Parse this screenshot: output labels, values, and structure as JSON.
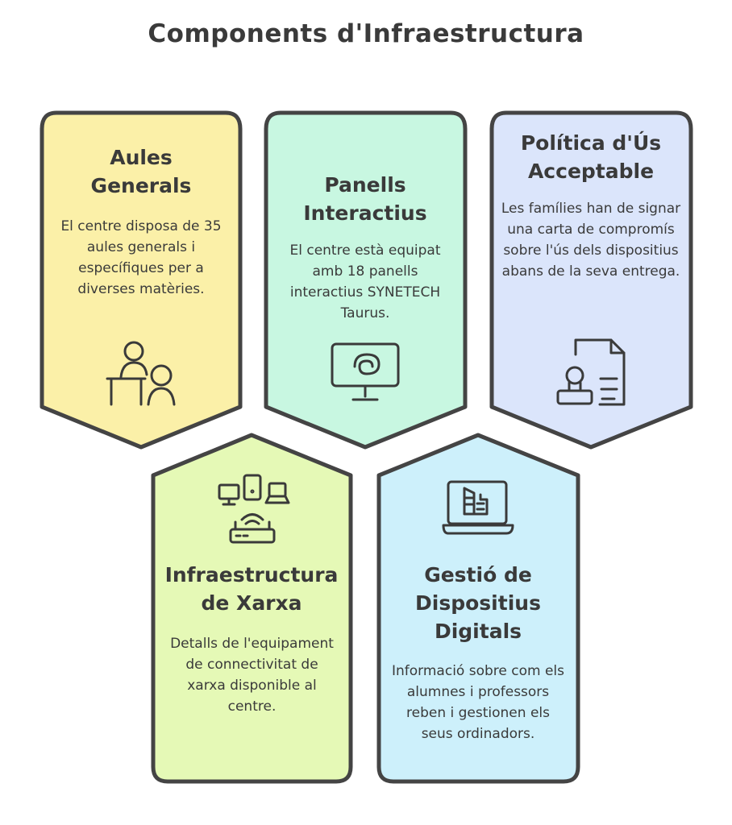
{
  "title": "Components d'Infraestructura",
  "colors": {
    "stroke": "#444444",
    "yellow": "#fbf0a8",
    "mint": "#c8f7e1",
    "lavender": "#dbe5fb",
    "lime": "#e5f9b6",
    "sky": "#cdf0fb"
  },
  "cards": [
    {
      "title": "Aules Generals",
      "body": "El centre disposa de 35 aules generals i específiques per a diverses matèries.",
      "icon": "teacher-student-icon"
    },
    {
      "title": "Panells Interactius",
      "body": "El centre està equipat amb 18 panells interactius SYNETECH Taurus.",
      "icon": "interactive-panel-icon"
    },
    {
      "title": "Política d'Ús Acceptable",
      "body": "Les famílies han de signar una carta de compromís sobre l'ús dels dispositius abans de la seva entrega.",
      "icon": "document-stamp-icon"
    },
    {
      "title": "Infraestructura de Xarxa",
      "body": "Detalls de l'equipament de connectivitat de xarxa disponible al centre.",
      "icon": "network-devices-icon"
    },
    {
      "title": "Gestió de Dispositius Digitals",
      "body": "Informació sobre com els alumnes i professors reben i gestionen els seus ordinadors.",
      "icon": "laptop-management-icon"
    }
  ]
}
